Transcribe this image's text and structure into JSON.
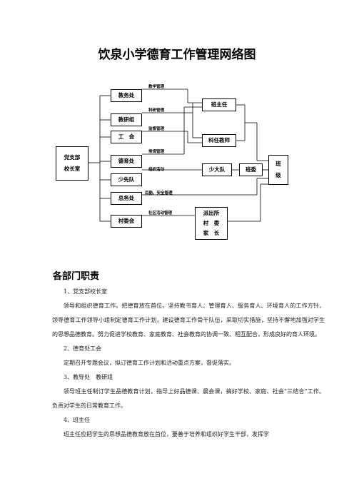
{
  "title": "饮泉小学德育工作管理网络图",
  "chart": {
    "boxes": {
      "party": [
        "党支部",
        "校长室"
      ],
      "teaching_office": "教务处",
      "research_group": "教研组",
      "union": "工　会",
      "moral_office": "德育处",
      "pioneers": "少先队",
      "general_office": "总务处",
      "village": "村委会",
      "head_teacher": "班主任",
      "subject_teacher": "科任教师",
      "young_pioneers": "少大队",
      "class_committee": "班委",
      "class": [
        "班",
        "级"
      ],
      "police": [
        "派出所",
        "村　委",
        "家　长"
      ]
    },
    "labels": {
      "teaching_mgmt": "教学管理",
      "research_mgmt": "科研管理",
      "supervision_mgmt": "监督管理",
      "routine_mgmt": "常规管理",
      "org_activity": "组织活动",
      "logistics_safety": "后勤、安全管理",
      "community_mgmt": "社区活动管理"
    }
  },
  "section_title": "各部门职责",
  "content": {
    "item1_title": "1、党支部校长室",
    "item1_body": "领导和组织德育工作。把德育放在首位。坚持教书育人、管理育人、服务育人、环境育人的工作方针，领导德育工作领导小组制定德育工作计划，建设德育工作骨干队伍，采取切实措施，坚持不懈地加强对学生的思想品德教育。努力促进学校教育、家庭教育、社会教育的协调一致、相互配合，形成良好的育人环境。",
    "item2_title": "2、德育处工会",
    "item2_body": "定期召开专题会议，拟订德育工作计划和活动重点方案，督促落实。",
    "item3_title": "3、教导处　教研组",
    "item3_body": "领导班主任制订学生品德教育计划，指导上好品德课、晨会课，搞好学校、家庭、社会“三结合”工作。负责对学生的日常教育工作。",
    "item4_title": "4、班主任",
    "item4_body": "班主任应把学生的思想品德教育放在首位，要善于培养和组织好学生干部，发挥学"
  }
}
